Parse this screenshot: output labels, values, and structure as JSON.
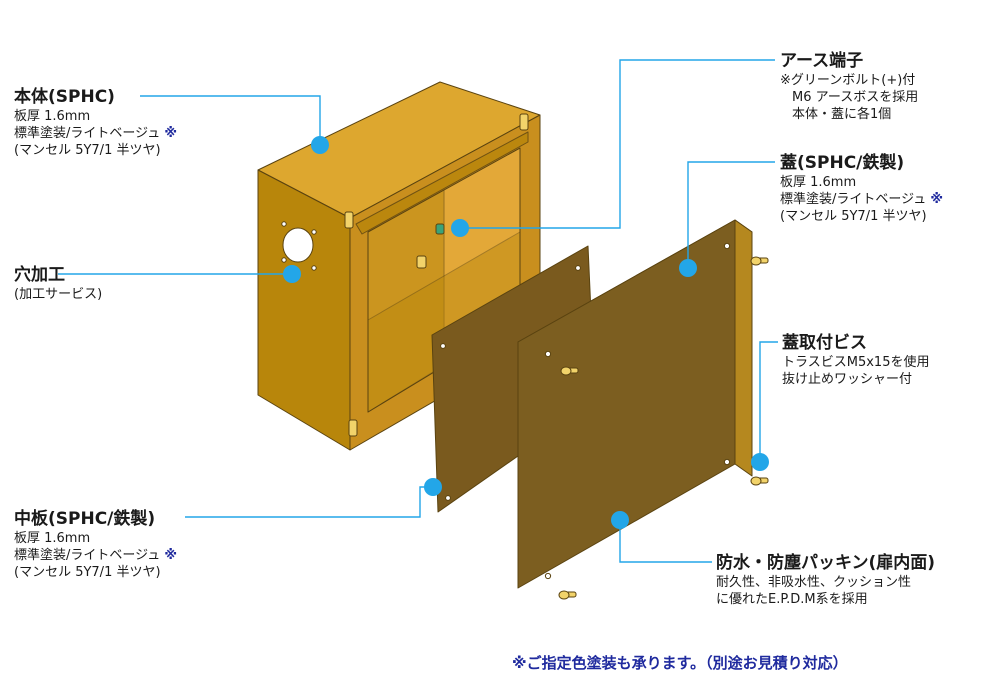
{
  "labels": {
    "body": {
      "title": "本体(SPHC)",
      "lines": [
        "板厚 1.6mm",
        "標準塗装/ライトベージュ",
        "(マンセル 5Y7/1 半ツヤ)"
      ],
      "note": "※"
    },
    "hole": {
      "title": "穴加工",
      "lines": [
        "(加工サービス)"
      ]
    },
    "midplate": {
      "title": "中板(SPHC/鉄製)",
      "lines": [
        "板厚 1.6mm",
        "標準塗装/ライトベージュ",
        "(マンセル 5Y7/1 半ツヤ)"
      ],
      "note": "※"
    },
    "earth": {
      "title": "アース端子",
      "lines": [
        "※グリーンボルト(+)付",
        "M6 アースボスを採用",
        "本体・蓋に各1個"
      ]
    },
    "lid": {
      "title": "蓋(SPHC/鉄製)",
      "lines": [
        "板厚 1.6mm",
        "標準塗装/ライトベージュ",
        "(マンセル 5Y7/1 半ツヤ)"
      ],
      "note": "※"
    },
    "screw": {
      "title": "蓋取付ビス",
      "lines": [
        "トラスビスM5x15を使用",
        "抜け止めワッシャー付"
      ]
    },
    "packing": {
      "title": "防水・防塵パッキン(扉内面)",
      "lines": [
        "耐久性、非吸水性、クッション性",
        "に優れたE.P.D.M系を採用"
      ]
    }
  },
  "footnote": "※ご指定色塗装も承ります。（別途お見積り対応）",
  "colors": {
    "box_front": "#C98F1E",
    "box_side": "#B8860B",
    "box_top": "#DDA72F",
    "box_interior": "#E3A838",
    "midplate": "#7A5A1E",
    "lid_front": "#7C5E20",
    "lid_edge": "#B5881F",
    "screw": "#F2D36A",
    "leader": "#23A6E8",
    "note": "#1F2A9E"
  }
}
